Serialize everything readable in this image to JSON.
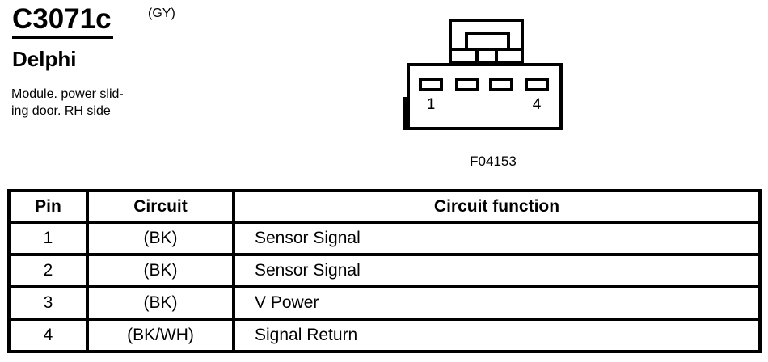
{
  "page": {
    "background_color": "#ffffff",
    "ink_color": "#000000"
  },
  "header": {
    "connector_id": "C3071c",
    "color_code": "(GY)",
    "vendor": "Delphi",
    "description": "Module. power slid-\ning door. RH side"
  },
  "connector": {
    "pin_first_label": "1",
    "pin_last_label": "4",
    "figure_number": "F04153",
    "pin_count": 4
  },
  "table": {
    "headers": [
      "Pin",
      "Circuit",
      "Circuit function"
    ],
    "rows": [
      {
        "pin": "1",
        "circuit": "(BK)",
        "function": "Sensor Signal"
      },
      {
        "pin": "2",
        "circuit": "(BK)",
        "function": "Sensor Signal"
      },
      {
        "pin": "3",
        "circuit": "(BK)",
        "function": "V Power"
      },
      {
        "pin": "4",
        "circuit": "(BK/WH)",
        "function": "Signal Return"
      }
    ]
  }
}
